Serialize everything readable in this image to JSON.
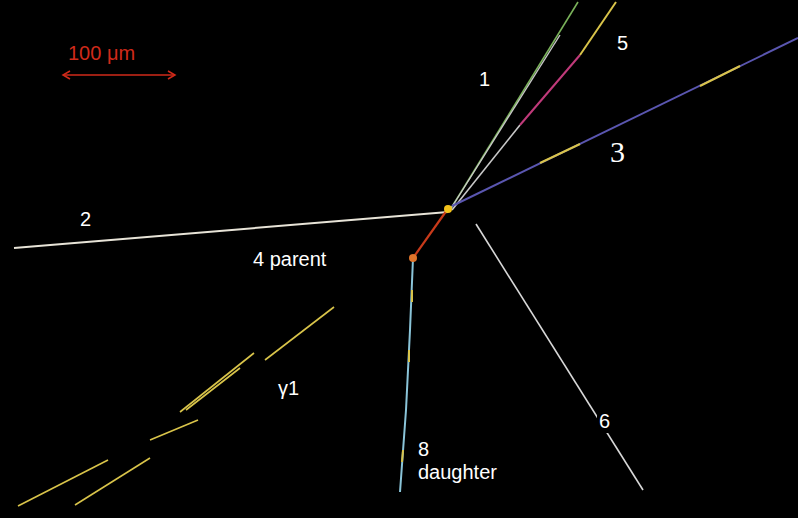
{
  "diagram": {
    "labels": [
      "100 μm",
      "1",
      "5",
      "3",
      "2",
      "4 parent",
      "γ1",
      "8 daughter",
      "6"
    ]
  }
}
